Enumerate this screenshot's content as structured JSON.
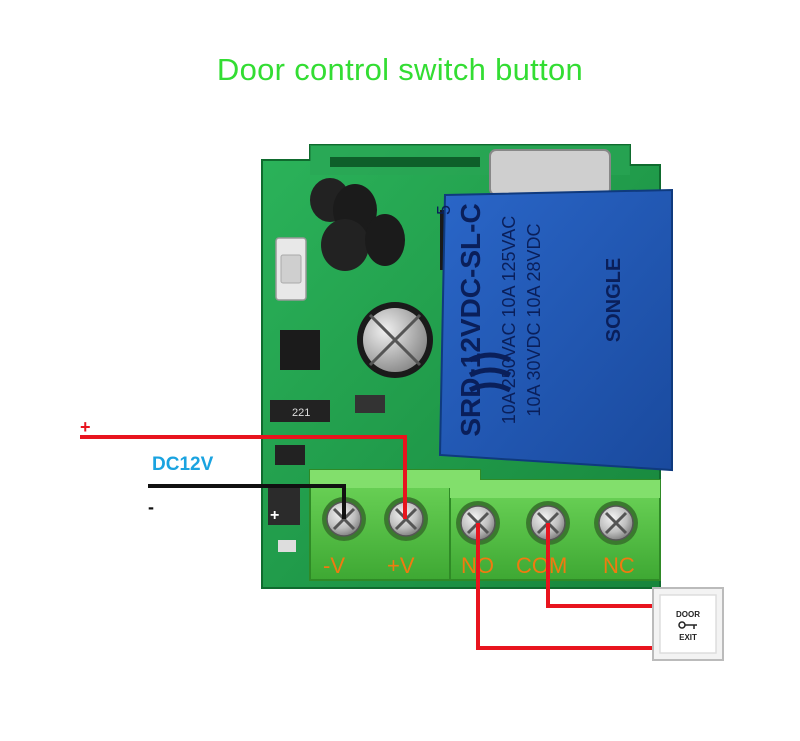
{
  "diagram": {
    "title": "Door control switch button",
    "power_label": "DC12V",
    "plus_sign": "+",
    "minus_sign": "-",
    "board_plus": "+",
    "board_ic_label": "221",
    "terminals": [
      "-V",
      "+V",
      "NO",
      "COM",
      "NC"
    ],
    "relay": {
      "brand": "SONGLE",
      "model": "SRD-12VDC-SL-C",
      "rating_1": "10A 250VAC  10A 125VAC",
      "rating_2": "10A 30VDC  10A 28VDC",
      "mark": "5"
    },
    "button": {
      "label_top": "DOOR",
      "label_bottom": "EXIT"
    }
  },
  "colors": {
    "title": "#33dd33",
    "power_label": "#1aa3e0",
    "wire_red": "#e8141e",
    "wire_black": "#111111",
    "terminal_label": "#f07a10",
    "pcb": "#1f9e4a",
    "terminal_block": "#59c846",
    "relay": "#1f57b8"
  }
}
